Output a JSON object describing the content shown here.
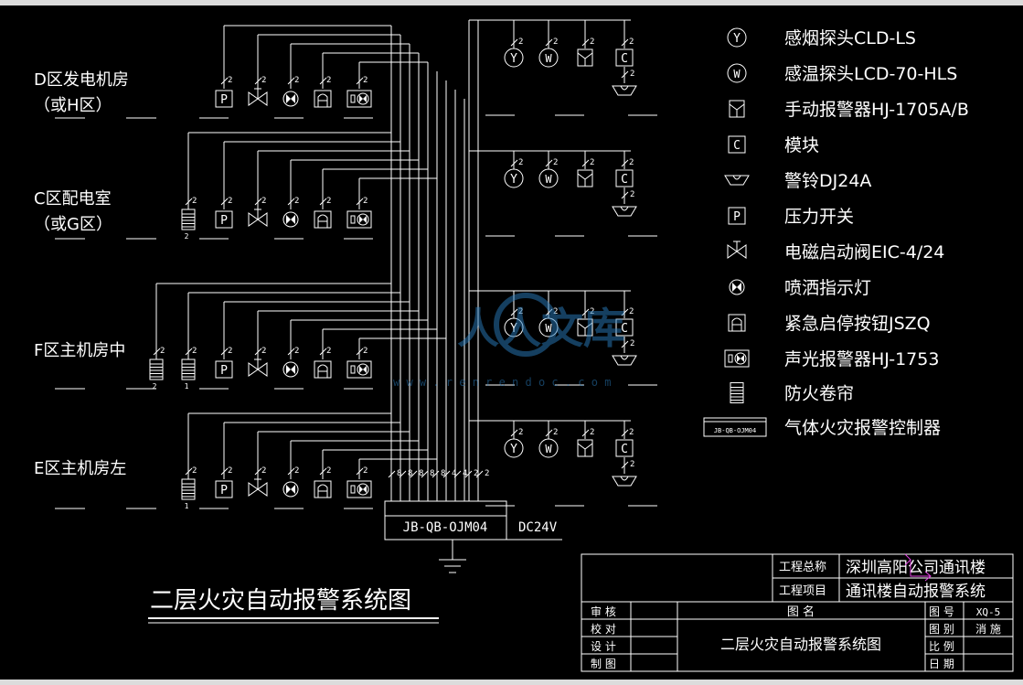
{
  "title": "二层火灾自动报警系统图",
  "zones": [
    {
      "line1": "D区发电机房",
      "line2": "（或H区）"
    },
    {
      "line1": "C区配电室",
      "line2": "（或G区）"
    },
    {
      "line1": "F区主机房中",
      "line2": ""
    },
    {
      "line1": "E区主机房左",
      "line2": ""
    }
  ],
  "controller": {
    "label": "JB-QB-OJM04",
    "power": "DC24V"
  },
  "bus_counts": [
    "8",
    "8",
    "8",
    "8",
    "8",
    "4",
    "4",
    "2",
    "2"
  ],
  "wire_count": "2",
  "curtain_numbers": {
    "c": "2",
    "f1": "2",
    "f2": "1",
    "e": "1"
  },
  "legend": [
    {
      "icon": "smoke-detector-icon",
      "glyph": "Y",
      "label": "感烟探头CLD-LS"
    },
    {
      "icon": "heat-detector-icon",
      "glyph": "W",
      "label": "感温探头LCD-70-HLS"
    },
    {
      "icon": "manual-alarm-icon",
      "glyph": "",
      "label": "手动报警器HJ-1705A/B"
    },
    {
      "icon": "module-icon",
      "glyph": "C",
      "label": "模块"
    },
    {
      "icon": "alarm-bell-icon",
      "glyph": "",
      "label": "警铃DJ24A"
    },
    {
      "icon": "pressure-switch-icon",
      "glyph": "P",
      "label": "压力开关"
    },
    {
      "icon": "solenoid-valve-icon",
      "glyph": "",
      "label": "电磁启动阀EIC-4/24"
    },
    {
      "icon": "spray-indicator-icon",
      "glyph": "",
      "label": "喷洒指示灯"
    },
    {
      "icon": "emergency-button-icon",
      "glyph": "",
      "label": "紧急启停按钮JSZQ"
    },
    {
      "icon": "sound-light-alarm-icon",
      "glyph": "",
      "label": "声光报警器HJ-1753"
    },
    {
      "icon": "fire-shutter-icon",
      "glyph": "",
      "label": "防火卷帘"
    },
    {
      "icon": "gas-controller-icon",
      "glyph": "JB-QB-OJM04",
      "label": "气体火灾报警控制器"
    }
  ],
  "title_block": {
    "project_total_label": "工程总称",
    "project_total_value": "深圳高阳公司通讯楼",
    "project_item_label": "工程项目",
    "project_item_value": "通讯楼自动报警系统",
    "review_label": "审 核",
    "check_label": "校 对",
    "design_label": "设 计",
    "draw_label": "制 图",
    "drawing_name_label": "图 名",
    "drawing_name_value": "二层火灾自动报警系统图",
    "drawing_no_label": "图 号",
    "drawing_no_value": "XQ-5",
    "drawing_type_label": "图 别",
    "drawing_type_value": "消 施",
    "scale_label": "比 例",
    "scale_value": "",
    "date_label": "日 期",
    "date_value": ""
  },
  "watermark": {
    "text": "人人文库",
    "url": "w w w . r e n r e n d o c . c o m"
  }
}
